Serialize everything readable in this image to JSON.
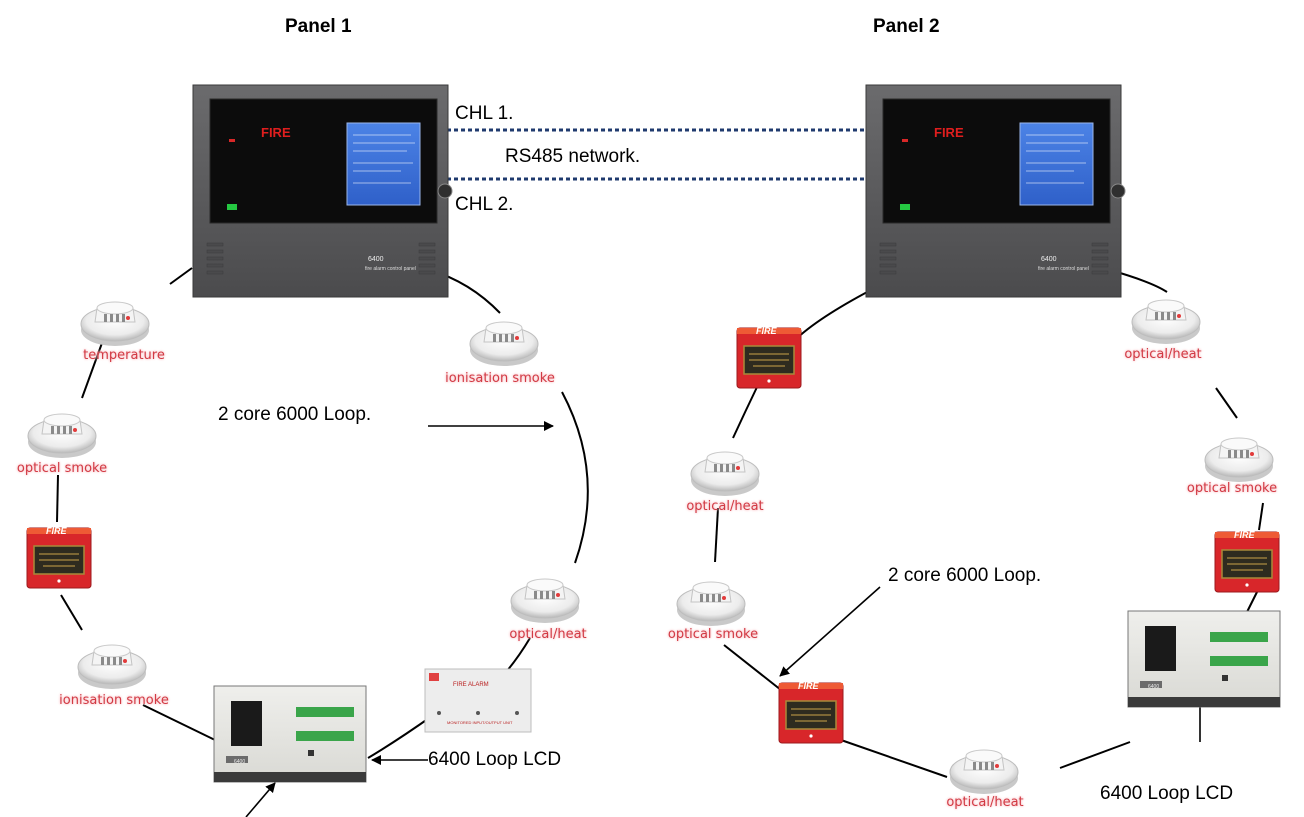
{
  "panels": {
    "panel1_title": "Panel 1",
    "panel2_title": "Panel 2",
    "fire_display_text": "FIRE",
    "model_badge": "6400",
    "model_caption": "fire alarm control panel"
  },
  "network": {
    "chl1": "CHL 1.",
    "chl2": "CHL 2.",
    "link": "RS485 network."
  },
  "loop_labels": {
    "left": "2 core 6000 Loop.",
    "right": "2 core 6000 Loop."
  },
  "lcd_labels": {
    "left": "6400 Loop LCD",
    "right": "6400 Loop LCD",
    "lcd_model": "6400"
  },
  "devices": {
    "temperature": "temperature",
    "optical_smoke": "optical smoke",
    "ionisation_smoke": "ionisation smoke",
    "optical_heat": "optical/heat",
    "callpoint_text": "FIRE",
    "io_unit_title": "FIRE ALARM",
    "io_unit_caption": "MONITORED INPUT/OUTPUT UNIT"
  },
  "colors": {
    "label_red": "#d23a44",
    "network_line": "#1f3a6e",
    "callpoint_red": "#d8262a",
    "panel_grey": "#58585a",
    "screen_blue": "#3a6fd6"
  },
  "icons": {
    "smoke_detector": "smoke-detector-icon",
    "callpoint": "manual-call-point-icon",
    "lcd": "lcd-repeater-icon",
    "panel": "fire-control-panel-icon"
  }
}
